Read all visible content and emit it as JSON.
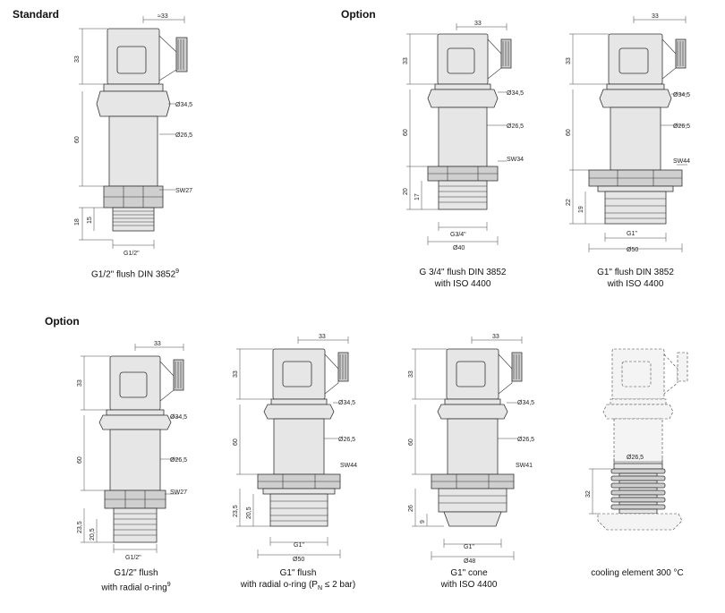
{
  "headings": {
    "standard": "Standard",
    "option_top": "Option",
    "option_bottom": "Option"
  },
  "captions": {
    "d1": {
      "line1": "G1/2\" flush DIN 3852",
      "sup": "9",
      "line2": ""
    },
    "d2": {
      "line1": "G 3/4\" flush DIN 3852",
      "line2": "with ISO 4400"
    },
    "d3": {
      "line1": "G1\" flush DIN 3852",
      "line2": "with ISO 4400"
    },
    "d4": {
      "line1": "G1/2\" flush",
      "line2": "with radial o-ring",
      "sup": "9"
    },
    "d5": {
      "line1": "G1\" flush",
      "line2": "with radial o-ring (P",
      "sub": "N",
      "line2b": " ≤ 2 bar)"
    },
    "d6": {
      "line1": "G1\" cone",
      "line2": "with ISO 4400"
    },
    "d7": {
      "line1": "cooling element 300 °C",
      "line2": ""
    }
  },
  "dims": {
    "d1": {
      "top": "≈33",
      "h1": "33",
      "h2": "60",
      "h3": "18",
      "h4": "15",
      "dia1": "Ø34,5",
      "dia2": "Ø26,5",
      "sw": "SW27",
      "thread": "G1/2\""
    },
    "d2": {
      "top": "33",
      "h1": "33",
      "h2": "60",
      "h3": "20",
      "h4": "17",
      "dia1": "Ø34,5",
      "dia2": "Ø26,5",
      "sw": "SW34",
      "thread": "G3/4\"",
      "base": "Ø40"
    },
    "d3": {
      "top": "33",
      "h1": "33",
      "h2": "60",
      "h3": "22",
      "h4": "19",
      "dia1": "Ø34,5",
      "dia2": "Ø26,5",
      "sw": "SW44",
      "thread": "G1\"",
      "base": "Ø50"
    },
    "d4": {
      "top": "33",
      "h1": "33",
      "h2": "60",
      "h3": "23,5",
      "h4": "20,5",
      "dia1": "Ø34,5",
      "dia2": "Ø26,5",
      "sw": "SW27",
      "thread": "G1/2\""
    },
    "d5": {
      "top": "33",
      "h1": "33",
      "h2": "60",
      "h3": "23,5",
      "h4": "20,5",
      "dia1": "Ø34,5",
      "dia2": "Ø26,5",
      "sw": "SW44",
      "thread": "G1\"",
      "base": "Ø50"
    },
    "d6": {
      "top": "33",
      "h1": "33",
      "h2": "60",
      "h3": "26",
      "h4": "9",
      "dia1": "Ø34,5",
      "dia2": "Ø26,5",
      "sw": "SW41",
      "thread": "G1\"",
      "base": "Ø48"
    },
    "d7": {
      "dia": "Ø26,5",
      "h": "32"
    }
  }
}
